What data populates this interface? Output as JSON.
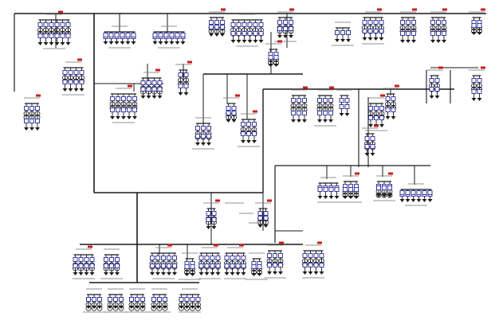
{
  "diagram": {
    "title": "",
    "tiny_labels_legible": false,
    "colors": {
      "bus": "#1a1a1a",
      "breaker": "#2b2b9a",
      "fault_marker": "#c8201e",
      "annotation": "#7a7a7a"
    },
    "symbols": {
      "bus": "horizontal-and-vertical-busbar-lines",
      "breaker": "square-breaker-box",
      "transformer": "double-circle-transformer",
      "load": "down-arrow-load",
      "fault": "red-marker"
    }
  }
}
